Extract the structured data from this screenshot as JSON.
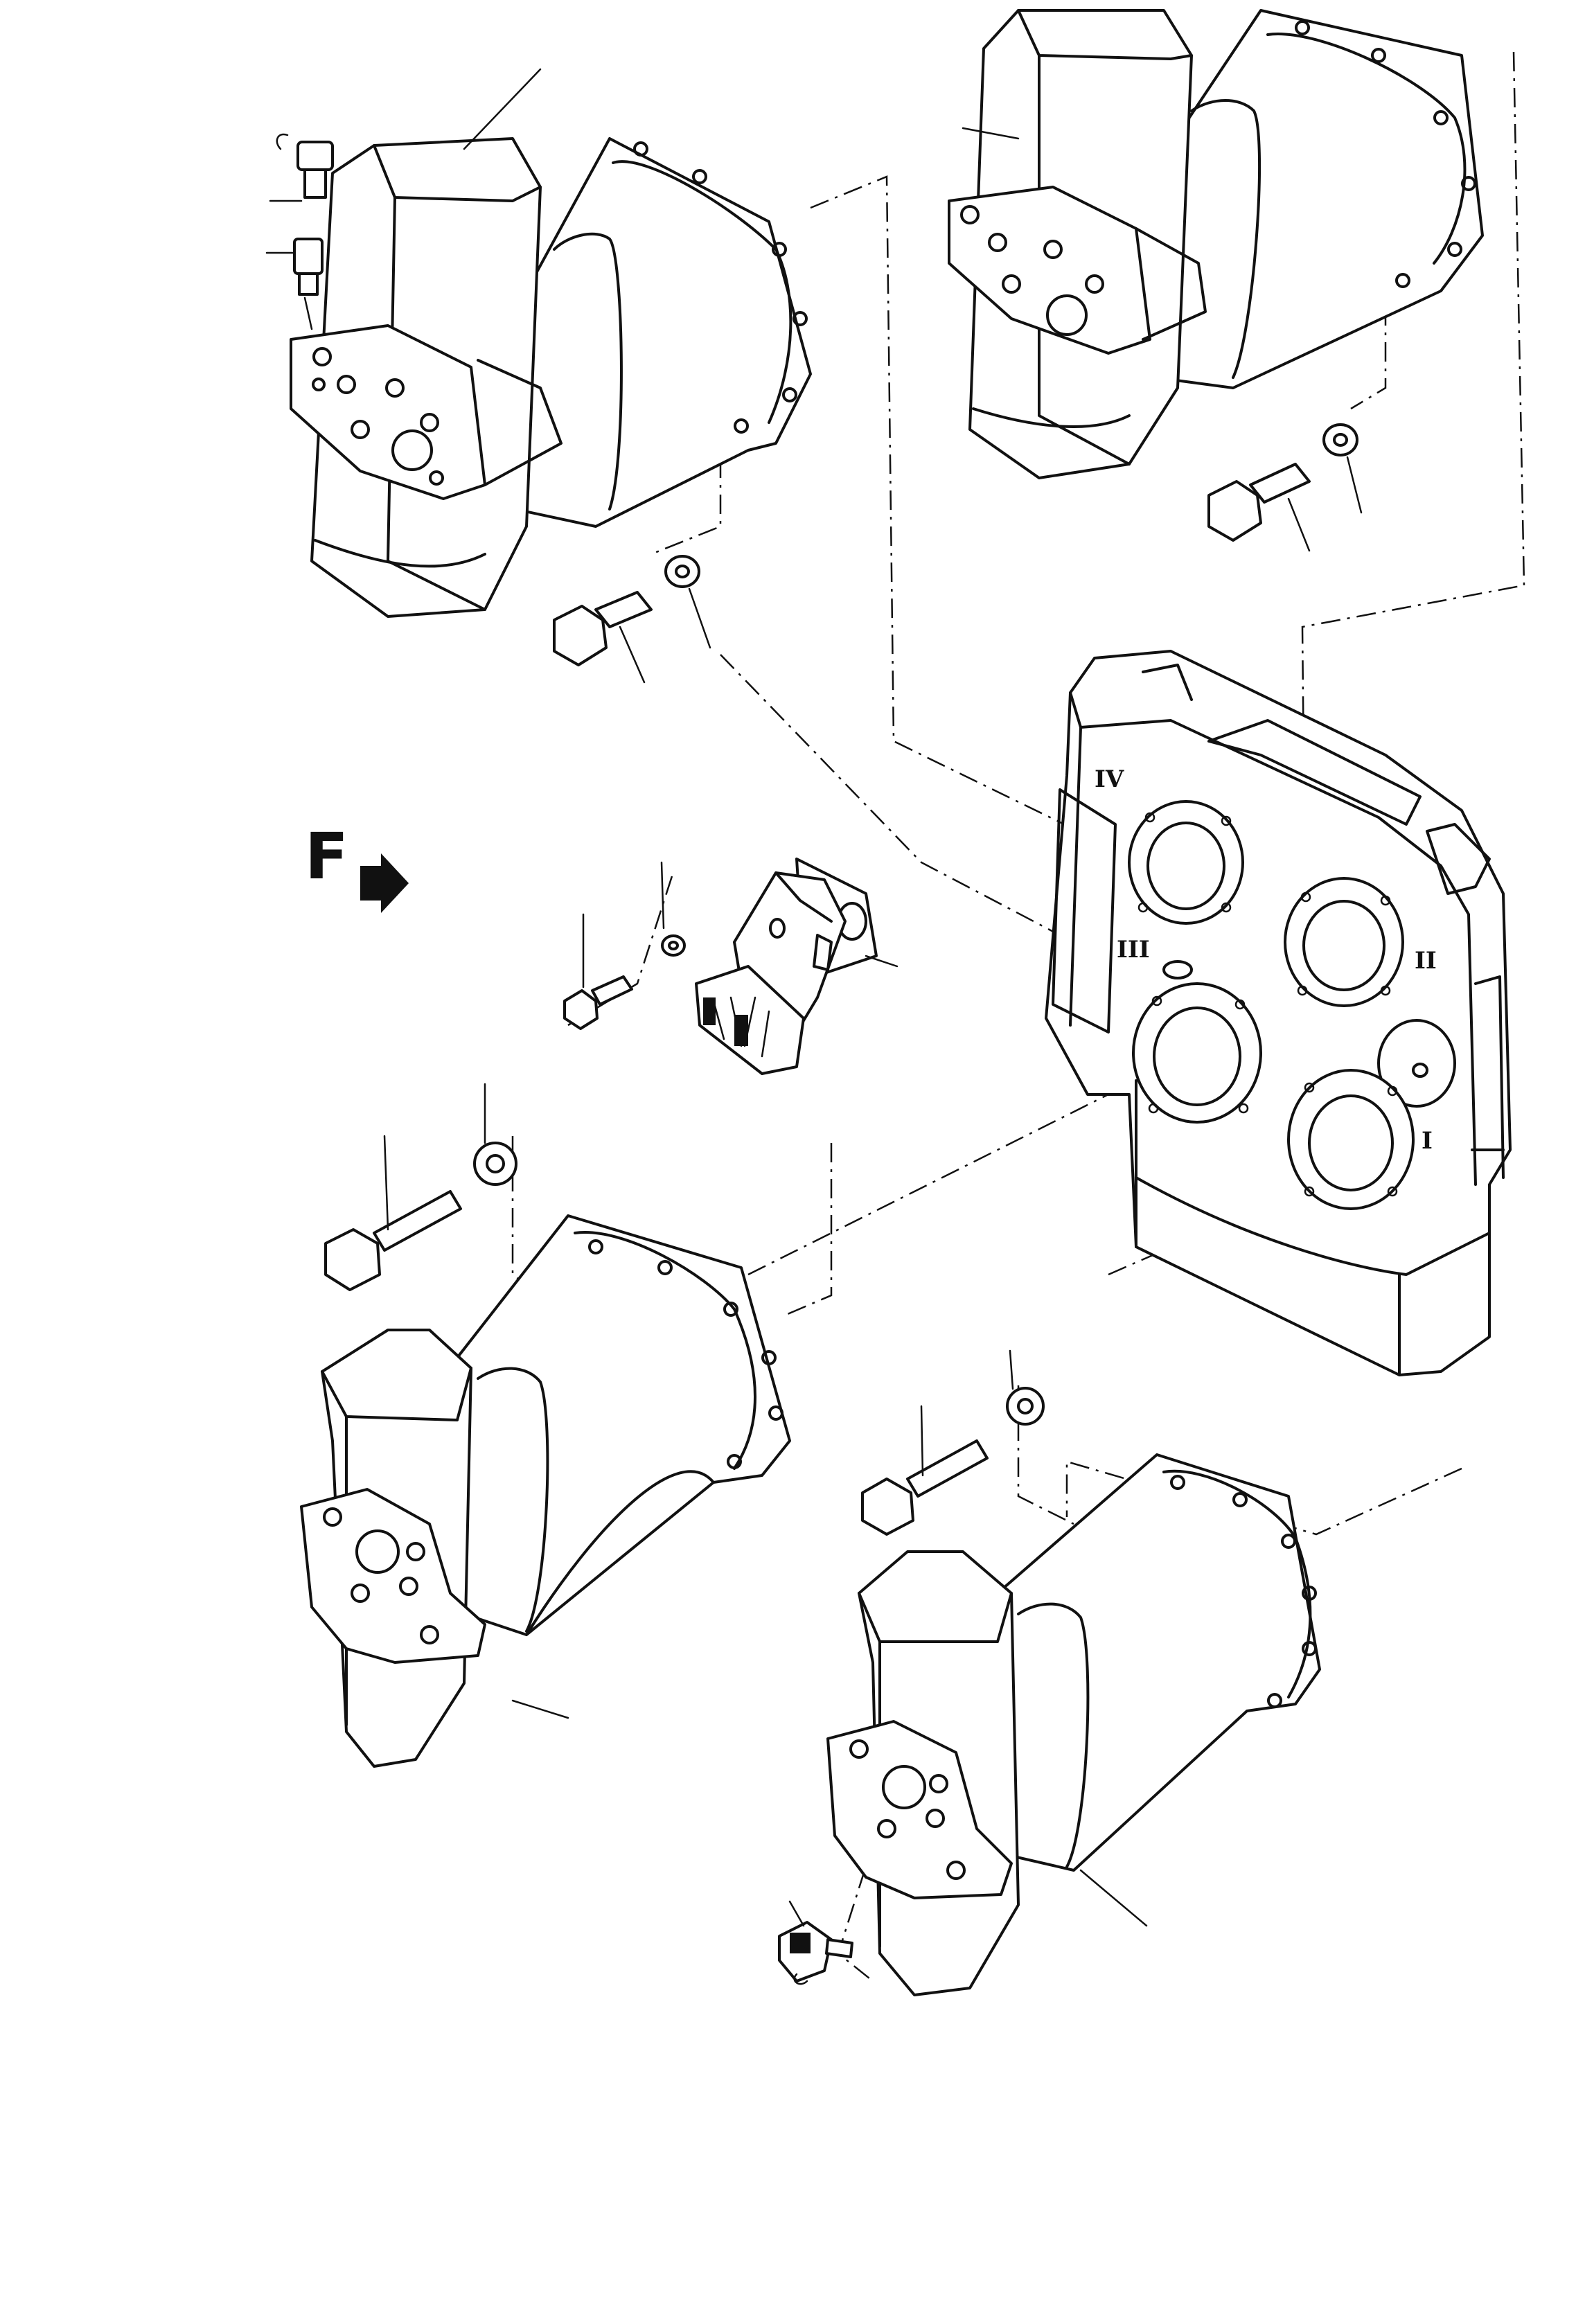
{
  "diagram": {
    "port_labels": {
      "port_1": "I",
      "port_2": "II",
      "port_3": "III",
      "port_4": "IV"
    },
    "direction_marker": {
      "letter": "F",
      "icon": "front-arrow-icon"
    }
  }
}
